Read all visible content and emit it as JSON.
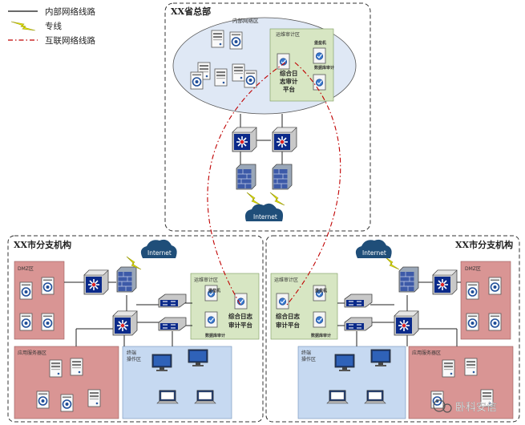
{
  "legend": {
    "internal_line": "内部网络线路",
    "dedicated_line": "专线",
    "internet_line": "互联网络线路"
  },
  "hq": {
    "title": "XX省总部",
    "internal_zone": "内部网络区",
    "ops_audit_zone": "运维审计区",
    "bastion": "堡垒机",
    "db_audit": "数据库审计",
    "log_platform_l1": "综合日",
    "log_platform_l2": "志审计",
    "log_platform_l3": "平台",
    "internet": "Internet"
  },
  "branch_left": {
    "title": "XX市分支机构",
    "dmz": "DMZ区",
    "app_zone": "应用服务器区",
    "terminal_zone_l1": "终端",
    "terminal_zone_l2": "操作区",
    "ops_audit_zone": "运维审计区",
    "bastion": "堡垒机",
    "db_audit": "数据库审计",
    "log_platform_l1": "综合日志",
    "log_platform_l2": "审计平台",
    "internet": "Internet"
  },
  "branch_right": {
    "title": "XX市分支机构",
    "dmz": "DMZ区",
    "app_zone": "应用服务器区",
    "terminal_zone_l1": "终端",
    "terminal_zone_l2": "操作区",
    "ops_audit_zone": "运维审计区",
    "bastion": "堡垒机",
    "db_audit": "数据库审计",
    "log_platform_l1": "综合日志",
    "log_platform_l2": "审计平台",
    "internet": "Internet"
  },
  "watermark": "卧科安信",
  "colors": {
    "hq_cloud": "#dfe8f5",
    "ops_zone": "#d7e6c3",
    "dmz_zone": "#d99594",
    "terminal_zone": "#c6d9f1",
    "internet_cloud": "#1f4e79",
    "link_red": "#c00000",
    "lightning": "#e8e800"
  }
}
